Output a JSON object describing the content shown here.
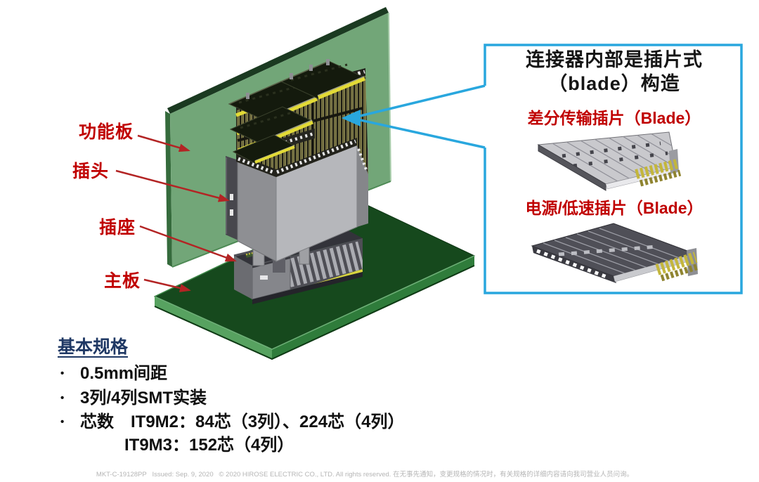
{
  "part_labels": {
    "function_board": "功能板",
    "plug": "插头",
    "socket": "插座",
    "main_board": "主板"
  },
  "callout": {
    "title_line1": "连接器内部是插片式",
    "title_line2": "（blade）构造",
    "blade1_label": "差分传输插片（Blade）",
    "blade2_label": "电源/低速插片（Blade）"
  },
  "specs": {
    "heading": "基本规格",
    "bullet_char": "•",
    "bullets": [
      "0.5mm间距",
      "3列/4列SMT实装",
      "芯数　IT9M2：84芯（3列）、224芯（4列）"
    ],
    "bullet3_cont": "IT9M3：152芯（4列）"
  },
  "footer": "MKT-C-19128PP   Issued: Sep. 9, 2020   © 2020 HIROSE ELECTRIC CO., LTD. All rights reserved. 在无事先通知，变更规格的情况时，有关规格的详细内容请向我司营业人员问询。",
  "colors": {
    "accent_red": "#C00000",
    "accent_cyan": "#29A7DE",
    "navy": "#1F3864",
    "function_board_green": "#72A678",
    "main_board_green": "#16491D"
  }
}
